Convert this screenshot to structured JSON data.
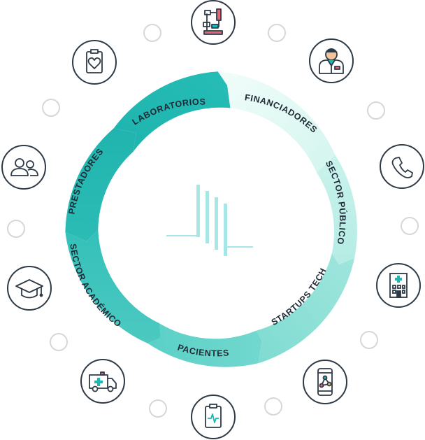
{
  "diagram": {
    "segments": [
      {
        "id": "laboratorios",
        "label": "LABORATORIOS"
      },
      {
        "id": "financiadores",
        "label": "FINANCIADORES"
      },
      {
        "id": "sector-publico",
        "label": "SECTOR PÚBLICO"
      },
      {
        "id": "startups-tech",
        "label": "STARTUPS TECH"
      },
      {
        "id": "pacientes",
        "label": "PACIENTES"
      },
      {
        "id": "sector-academico",
        "label": "SECTOR ACADÉMICO"
      },
      {
        "id": "prestadores",
        "label": "PRESTADORES"
      }
    ],
    "icons": [
      "microscope-icon",
      "doctor-icon",
      "phone-icon",
      "hospital-icon",
      "mobile-network-icon",
      "ecg-clipboard-icon",
      "ambulance-icon",
      "graduation-cap-icon",
      "people-icon",
      "heart-clipboard-icon"
    ],
    "colors": {
      "ring_dark": "#1fb5b0",
      "ring_mid": "#3cc8c0",
      "ring_light": "#c4f2ea",
      "ring_pale": "#e6faf5",
      "icon_stroke": "#2e3a46",
      "dot_stroke": "#d4d7db",
      "logo": "#a6e6e4"
    }
  }
}
